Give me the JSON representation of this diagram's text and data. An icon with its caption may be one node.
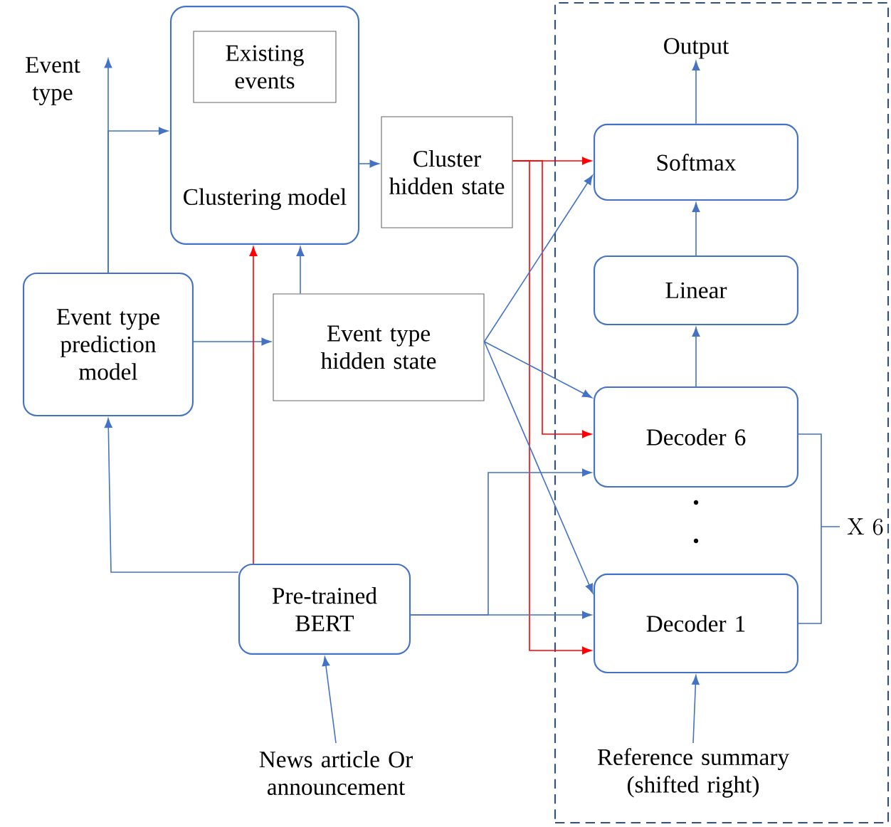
{
  "diagram": {
    "nodes": [
      {
        "text": [
          "Event type"
        ]
      },
      {
        "text": [
          "Clustering model"
        ]
      },
      {
        "text": [
          "Existing events"
        ],
        "in": 1
      },
      {
        "text": [
          "Cluster hidden state"
        ]
      },
      {
        "text": [
          "Event type prediction model"
        ]
      },
      {
        "text": [
          "Event type hidden state"
        ]
      },
      {
        "text": [
          "Pre-trained BERT"
        ]
      },
      {
        "text": [
          "News article Or announcement"
        ]
      },
      {
        "text": [],
        "shape": "box"
      },
      {
        "text": [
          "Output"
        ],
        "in": 8
      },
      {
        "text": [
          "Softmax"
        ],
        "in": 8
      },
      {
        "text": [
          "Linear"
        ],
        "in": 8
      },
      {
        "text": [
          "Decoder 6"
        ],
        "in": 8
      },
      {
        "text": [
          "Decoder 1"
        ],
        "in": 8
      },
      {
        "text": [
          "Reference summary (shifted right)"
        ],
        "in": 8
      }
    ],
    "edges": [
      {
        "from": 6,
        "to": 4,
        "arrow": "to"
      },
      {
        "from": 4,
        "to": 0,
        "arrow": "to"
      },
      {
        "from": 4,
        "to": 1,
        "arrow": "to"
      },
      {
        "from": 4,
        "to": 5,
        "arrow": "to"
      },
      {
        "from": 5,
        "to": 1,
        "arrow": "to"
      },
      {
        "from": 6,
        "to": 1,
        "arrow": "to",
        "color": "#ff0000"
      },
      {
        "from": 1,
        "to": 3,
        "arrow": "to"
      },
      {
        "from": 3,
        "to": 10,
        "arrow": "to",
        "color": "#ff0000"
      },
      {
        "from": 3,
        "to": 12,
        "arrow": "to",
        "color": "#ff0000"
      },
      {
        "from": 3,
        "to": 13,
        "arrow": "to",
        "color": "#ff0000"
      },
      {
        "from": 5,
        "to": 10,
        "arrow": "to"
      },
      {
        "from": 5,
        "to": 12,
        "arrow": "to"
      },
      {
        "from": 5,
        "to": 13,
        "arrow": "to"
      },
      {
        "from": 6,
        "to": 12,
        "arrow": "to"
      },
      {
        "from": 6,
        "to": 13,
        "arrow": "to"
      },
      {
        "from": 7,
        "to": 6,
        "arrow": "to"
      },
      {
        "from": 14,
        "to": 13,
        "arrow": "to"
      },
      {
        "from": 12,
        "to": 11,
        "arrow": "to"
      },
      {
        "from": 11,
        "to": 10,
        "arrow": "to"
      },
      {
        "from": 10,
        "to": 9,
        "arrow": "to"
      }
    ],
    "labels": [
      "X 6"
    ]
  }
}
